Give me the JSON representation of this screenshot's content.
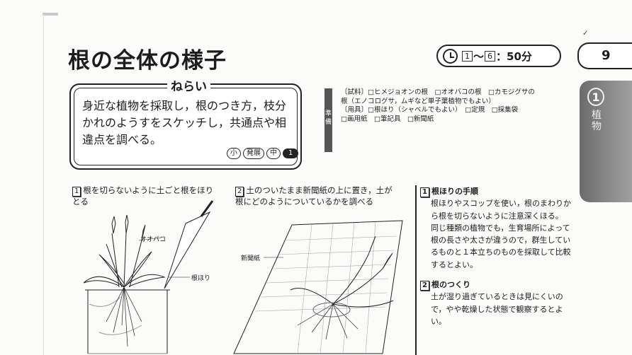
{
  "header": {
    "title": "根の全体の様子",
    "time_prefix": "～",
    "time_from": "1",
    "time_to": "6",
    "time_suffix": "：50分",
    "page_number": "9",
    "check_mark": "✓"
  },
  "side_tab": {
    "number": "1",
    "label": "植物"
  },
  "aim": {
    "label": "ねらい",
    "text": "身近な植物を採取し，根のつき方，枝分かれのようすをスケッチし，共通点や相違点を調べる。",
    "grade_1": "小",
    "grade_2": "発展",
    "grade_3": "中",
    "grade_4": "1"
  },
  "prep": {
    "label": "準備",
    "line1": "〔試料〕□ヒメジョオンの根　□オオバコの根　□カモジグサの",
    "line2": "根（エノコログサ，ムギなど単子葉植物でもよい）",
    "line3": "〔用具〕□根ほり（シャベルでもよい）　□定規　□採集袋",
    "line4": "□画用紙　□筆記具　□新聞紙"
  },
  "steps": [
    {
      "num": "1",
      "text": "根を切らないように土ごと根をほりとる"
    },
    {
      "num": "2",
      "text": "土のついたまま新聞紙の上に置き，土が根にどのようについているかを調べる"
    }
  ],
  "figure_labels": {
    "plantain": "オオバコ",
    "digger": "根ほり",
    "newspaper": "新聞紙"
  },
  "notes": [
    {
      "num": "1",
      "title": "根ほりの手順",
      "body": "根ほりやスコップを使い，根のまわりから根を切らないように注意深くほる。\n同じ種類の植物でも，生育場所によって根の長さや太さが違うので，群生しているものと１本立ちのものを採取して比較するとよい。"
    },
    {
      "num": "2",
      "title": "根のつくり",
      "body": "土が湿り過ぎているときは見にくいので，やや乾燥した状態で観察するとよい。"
    }
  ]
}
